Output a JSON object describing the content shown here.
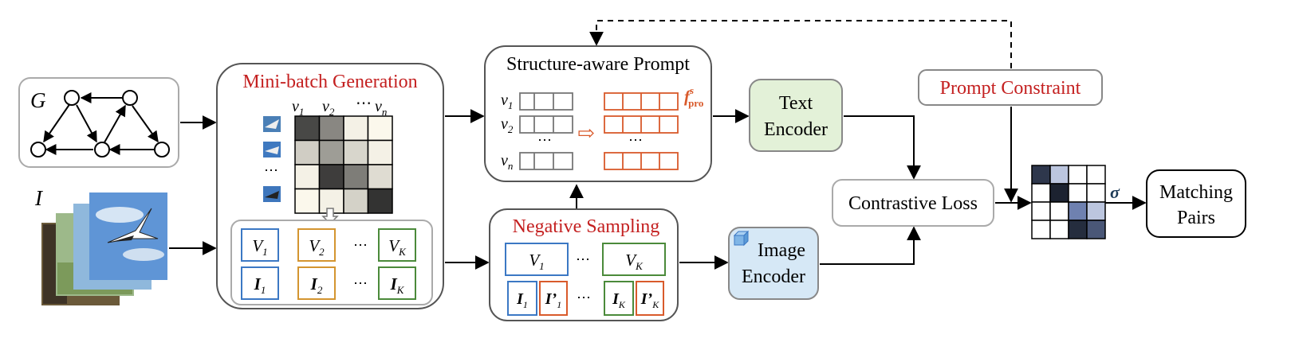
{
  "graph": {
    "label": "G"
  },
  "images": {
    "label": "I"
  },
  "minibatch": {
    "title": "Mini-batch Generation",
    "col_labels": [
      {
        "base": "v",
        "sub": "1"
      },
      {
        "base": "v",
        "sub": "2"
      },
      {
        "base": "v",
        "sub": "n"
      }
    ],
    "row_dots": "⋯",
    "col_dots": "⋯",
    "heatmap": [
      [
        0.85,
        0.55,
        0.05,
        0.02
      ],
      [
        0.22,
        0.45,
        0.18,
        0.05
      ],
      [
        0.05,
        0.9,
        0.6,
        0.15
      ],
      [
        0.02,
        0.05,
        0.2,
        0.95
      ]
    ],
    "pairs_top": [
      {
        "base": "V",
        "sub": "1"
      },
      {
        "base": "V",
        "sub": "2"
      },
      {
        "base": "V",
        "sub": "K"
      }
    ],
    "pairs_bottom": [
      {
        "base": "I",
        "sub": "1"
      },
      {
        "base": "I",
        "sub": "2"
      },
      {
        "base": "I",
        "sub": "K"
      }
    ],
    "dots": "⋯"
  },
  "prompt": {
    "title": "Structure-aware Prompt",
    "rows": [
      {
        "base": "v",
        "sub": "1"
      },
      {
        "base": "v",
        "sub": "2"
      },
      {
        "base": "v",
        "sub": "n"
      }
    ],
    "dots": "⋯",
    "func_base": "f",
    "func_sup": "s",
    "func_sub": "pro",
    "arrow_glyph": "⇨"
  },
  "negative": {
    "title": "Negative Sampling",
    "top": [
      {
        "base": "V",
        "sub": "1"
      },
      {
        "base": "V",
        "sub": "K"
      }
    ],
    "bottom": [
      {
        "base": "I",
        "sub": "1"
      },
      {
        "base": "I’",
        "sub": "1"
      },
      {
        "base": "I",
        "sub": "K"
      },
      {
        "base": "I’",
        "sub": "K"
      }
    ],
    "dots": "⋯"
  },
  "text_encoder": {
    "line1": "Text",
    "line2": "Encoder"
  },
  "image_encoder": {
    "line1": "Image",
    "line2": "Encoder"
  },
  "contrastive": {
    "label": "Contrastive Loss"
  },
  "constraint": {
    "label": "Prompt Constraint"
  },
  "sigma": {
    "label": "σ"
  },
  "matching": {
    "line1": "Matching",
    "line2": "Pairs"
  },
  "similarity_matrix": [
    [
      0.9,
      0.25,
      0,
      0
    ],
    [
      0,
      1.0,
      0,
      0
    ],
    [
      0,
      0,
      0.55,
      0.25
    ],
    [
      0,
      0,
      0.95,
      0.75
    ]
  ],
  "colors": {
    "stroke": "#555555",
    "red": "#c42020",
    "blue_box": "#3b78c4",
    "orange_box": "#d49530",
    "green_box": "#4b8a3a",
    "prompt_orange": "#d95a2b",
    "text_enc_fill": "#e3f1d8",
    "image_enc_fill": "#d6e8f6"
  }
}
